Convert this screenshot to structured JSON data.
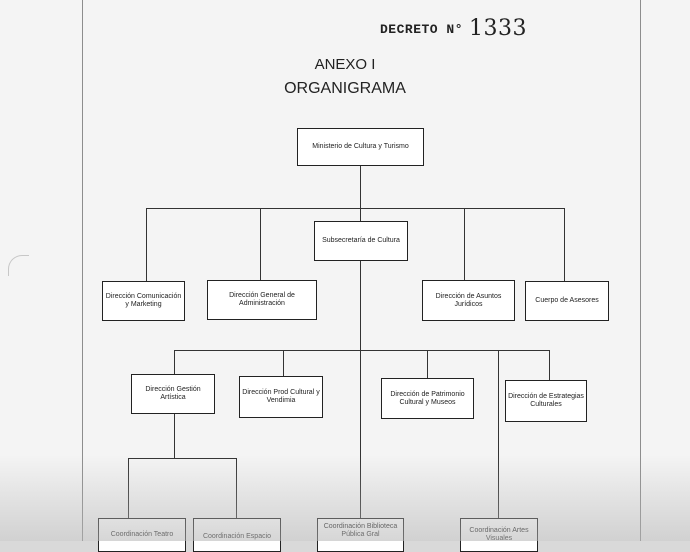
{
  "header": {
    "decreto_label": "DECRETO N°",
    "decreto_number": "1333"
  },
  "titles": {
    "anexo": "ANEXO I",
    "organigrama": "ORGANIGRAMA"
  },
  "boxes": {
    "ministerio": "Ministerio de Cultura y Turismo",
    "subsecretaria": "Subsecretaría de Cultura",
    "comunicacion": "Dirección Comunicación y Marketing",
    "administracion": "Dirección General de Administración",
    "juridicos": "Dirección de Asuntos Jurídicos",
    "asesores": "Cuerpo de Asesores",
    "gestion_artistica": "Dirección Gestión Artística",
    "prod_cultural": "Dirección Prod Cultural y Vendimia",
    "patrimonio": "Dirección de Patrimonio Cultural y Museos",
    "estrategias": "Dirección de Estrategias Culturales",
    "coord_teatro": "Coordinación Teatro",
    "coord_espacio": "Coordinación Espacio",
    "coord_biblioteca": "Coordinación Biblioteca Pública Gral",
    "coord_artes": "Coordinación Artes Visuales"
  }
}
